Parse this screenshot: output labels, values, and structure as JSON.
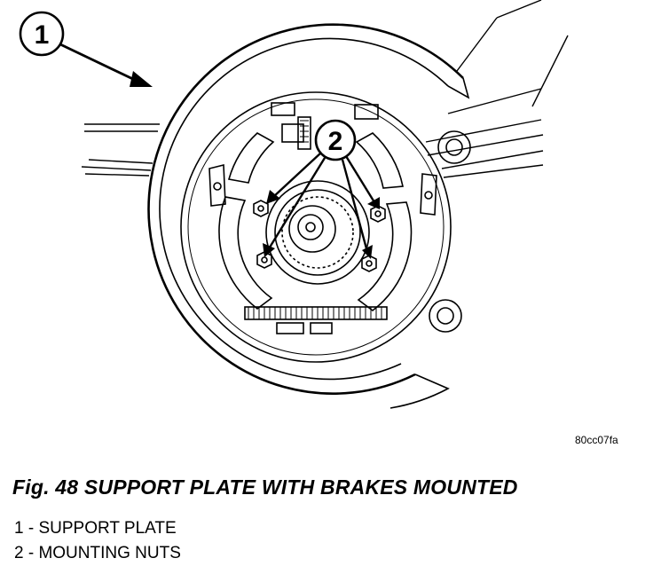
{
  "figure": {
    "callouts": [
      {
        "number": "1"
      },
      {
        "number": "2"
      }
    ],
    "image_code": "80cc07fa"
  },
  "caption": "Fig. 48 SUPPORT PLATE WITH BRAKES MOUNTED",
  "legend": [
    {
      "text": "1 - SUPPORT PLATE"
    },
    {
      "text": "2 - MOUNTING NUTS"
    }
  ],
  "colors": {
    "ink": "#000000",
    "paper": "#ffffff"
  }
}
